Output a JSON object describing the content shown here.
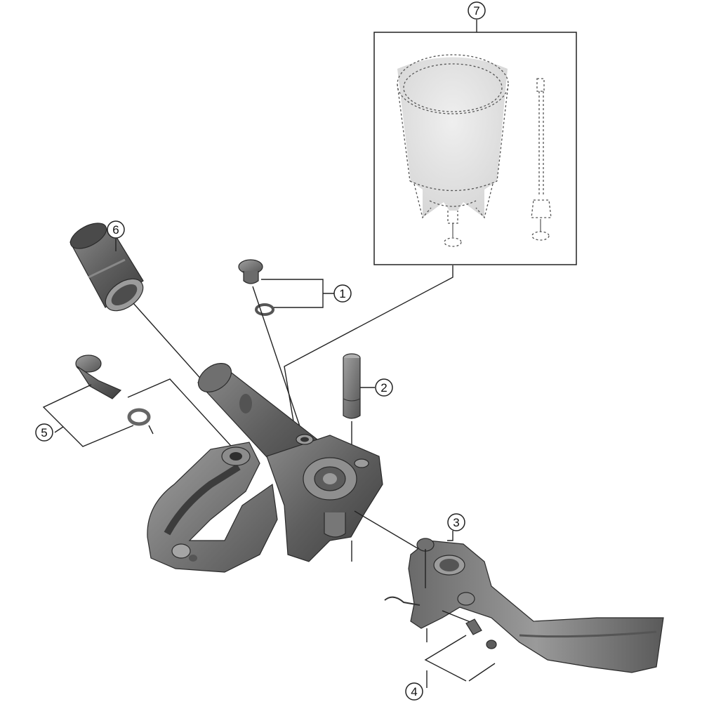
{
  "diagram": {
    "callouts": [
      {
        "id": "1",
        "label": "1"
      },
      {
        "id": "2",
        "label": "2"
      },
      {
        "id": "3",
        "label": "3"
      },
      {
        "id": "4",
        "label": "4"
      },
      {
        "id": "5",
        "label": "5"
      },
      {
        "id": "6",
        "label": "6"
      },
      {
        "id": "7",
        "label": "7"
      }
    ]
  },
  "colors": {
    "part_dark": "#5a5a5a",
    "part_mid": "#7e7e7e",
    "part_light": "#a8a8a8",
    "line": "#222222",
    "background": "#ffffff"
  }
}
